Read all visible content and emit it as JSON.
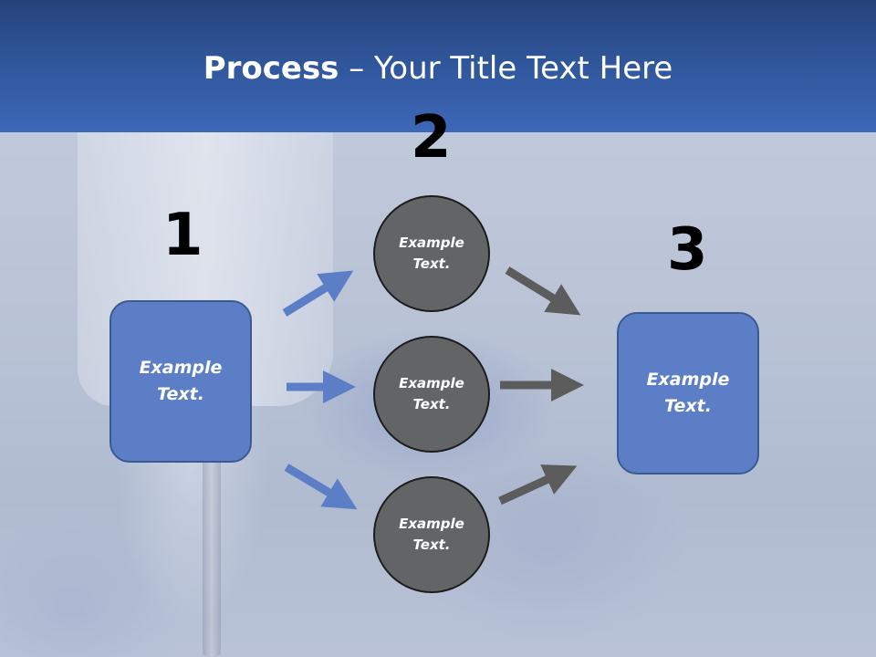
{
  "header": {
    "title_bold": "Process",
    "title_rest": " – Your Title Text Here"
  },
  "steps": {
    "one": "1",
    "two": "2",
    "three": "3"
  },
  "boxes": {
    "left": {
      "line1": "Example",
      "line2": "Text."
    },
    "right": {
      "line1": "Example",
      "line2": "Text."
    }
  },
  "circles": [
    {
      "line1": "Example",
      "line2": "Text."
    },
    {
      "line1": "Example",
      "line2": "Text."
    },
    {
      "line1": "Example",
      "line2": "Text."
    }
  ],
  "colors": {
    "header": "#2f5599",
    "box_fill": "#5b7ec6",
    "circle_fill": "#626466",
    "blue_arrow": "#5b7ec6",
    "gray_arrow": "#5c5c5c"
  }
}
